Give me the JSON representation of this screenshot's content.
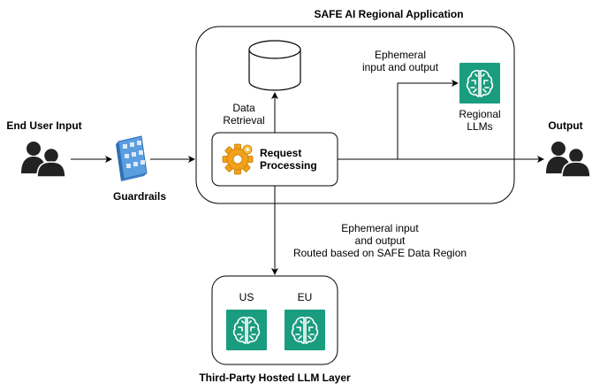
{
  "app_title": "SAFE AI Regional Application",
  "end_user_label": "End User Input",
  "guardrails_label": "Guardrails",
  "output_label": "Output",
  "data_retrieval_label_1": "Data",
  "data_retrieval_label_2": "Retrieval",
  "request_processing_label_1": "Request",
  "request_processing_label_2": "Processing",
  "regional_ephemeral_1": "Ephemeral",
  "regional_ephemeral_2": "input and output",
  "regional_llms_1": "Regional",
  "regional_llms_2": "LLMs",
  "third_party_ephemeral_1": "Ephemeral input",
  "third_party_ephemeral_2": "and output",
  "third_party_routing": "Routed based on SAFE Data Region",
  "region_us": "US",
  "region_eu": "EU",
  "third_party_layer_label": "Third-Party Hosted LLM Layer",
  "colors": {
    "llm_green": "#1a9c7f",
    "db_stroke": "#000000",
    "gear": "#f0a818",
    "guardrails_blue": "#4a8fd6"
  },
  "icons": [
    "user-icon",
    "guardrails-icon",
    "database-icon",
    "gear-icon",
    "llm-brain-icon"
  ]
}
